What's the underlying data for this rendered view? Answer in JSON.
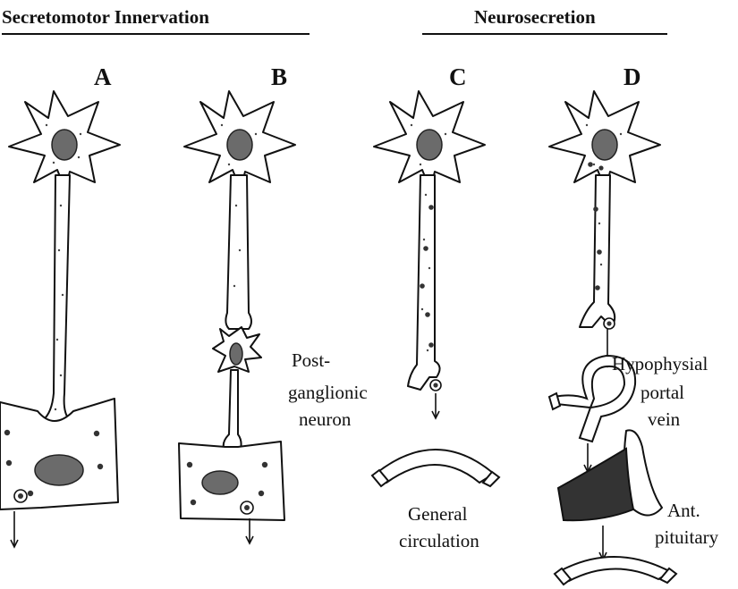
{
  "headers": {
    "left": "Secretomotor Innervation",
    "right": "Neurosecretion"
  },
  "panels": {
    "a": "A",
    "b": "B",
    "c": "C",
    "d": "D"
  },
  "labels": {
    "postganglionic": [
      "Post-",
      "ganglionic",
      "neuron"
    ],
    "general_circulation": [
      "General",
      "circulation"
    ],
    "hypophysial_portal_vein": [
      "Hypophysial",
      "portal",
      "vein"
    ],
    "ant_pituitary": [
      "Ant.",
      "pituitary"
    ]
  },
  "colors": {
    "ink": "#111111",
    "nucleus": "#6b6b6b",
    "pituitary": "#333333"
  }
}
